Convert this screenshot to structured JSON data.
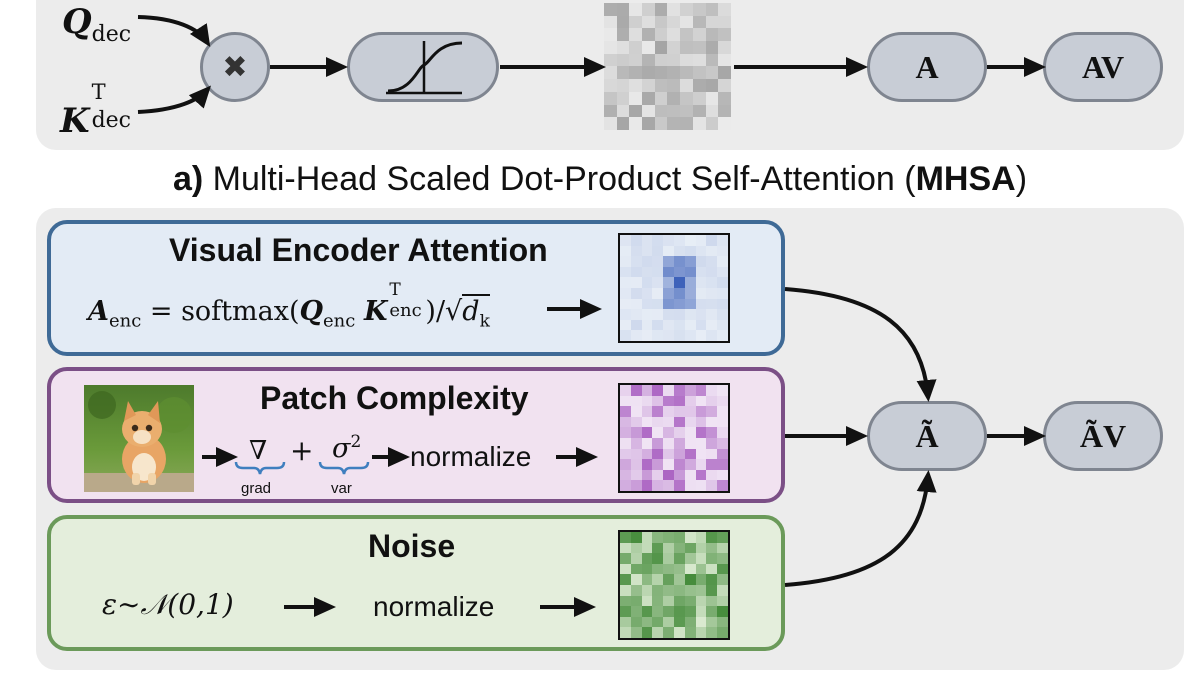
{
  "mhsa": {
    "q_symbol": "Q",
    "q_sub": "dec",
    "k_symbol": "K",
    "k_sup": "T",
    "k_sub": "dec",
    "multiply_glyph": "✖",
    "node_a": "A",
    "node_av": "AV"
  },
  "caption": {
    "prefix": "a)",
    "text": " Multi-Head Scaled Dot-Product Self-Attention (",
    "bold": "MHSA",
    "suffix": ")"
  },
  "visual_encoder": {
    "title": "Visual Encoder Attention",
    "lhs_symbol": "A",
    "lhs_sub": "enc",
    "formula_mid": " = softmax(",
    "q_symbol": "Q",
    "q_sub": "enc",
    "k_symbol": "K",
    "k_sup": "T",
    "k_sub": "enc",
    "formula_tail": ")/",
    "sqrt": "√",
    "dk_symbol": "d",
    "dk_sub": "k"
  },
  "patch_complexity": {
    "title": "Patch Complexity",
    "nabla": "∇",
    "plus": "+",
    "sigma": "σ",
    "sigma_sup": "2",
    "grad_label": "grad",
    "var_label": "var",
    "normalize": "normalize"
  },
  "noise": {
    "title": "Noise",
    "formula": "ε∼𝒩(0,1)",
    "normalize": "normalize"
  },
  "output": {
    "node_a_tilde": "Ã",
    "node_av_tilde": "ÃV"
  },
  "colors": {
    "panel": "#ececec",
    "blue_fill": "#e3ebf5",
    "blue_border": "#3f6a96",
    "purple_fill": "#f1e2f0",
    "purple_border": "#7b4f86",
    "green_fill": "#e4eedc",
    "green_border": "#6b9a5a",
    "node_fill": "#c8cdd6",
    "node_border": "#7f8590"
  }
}
